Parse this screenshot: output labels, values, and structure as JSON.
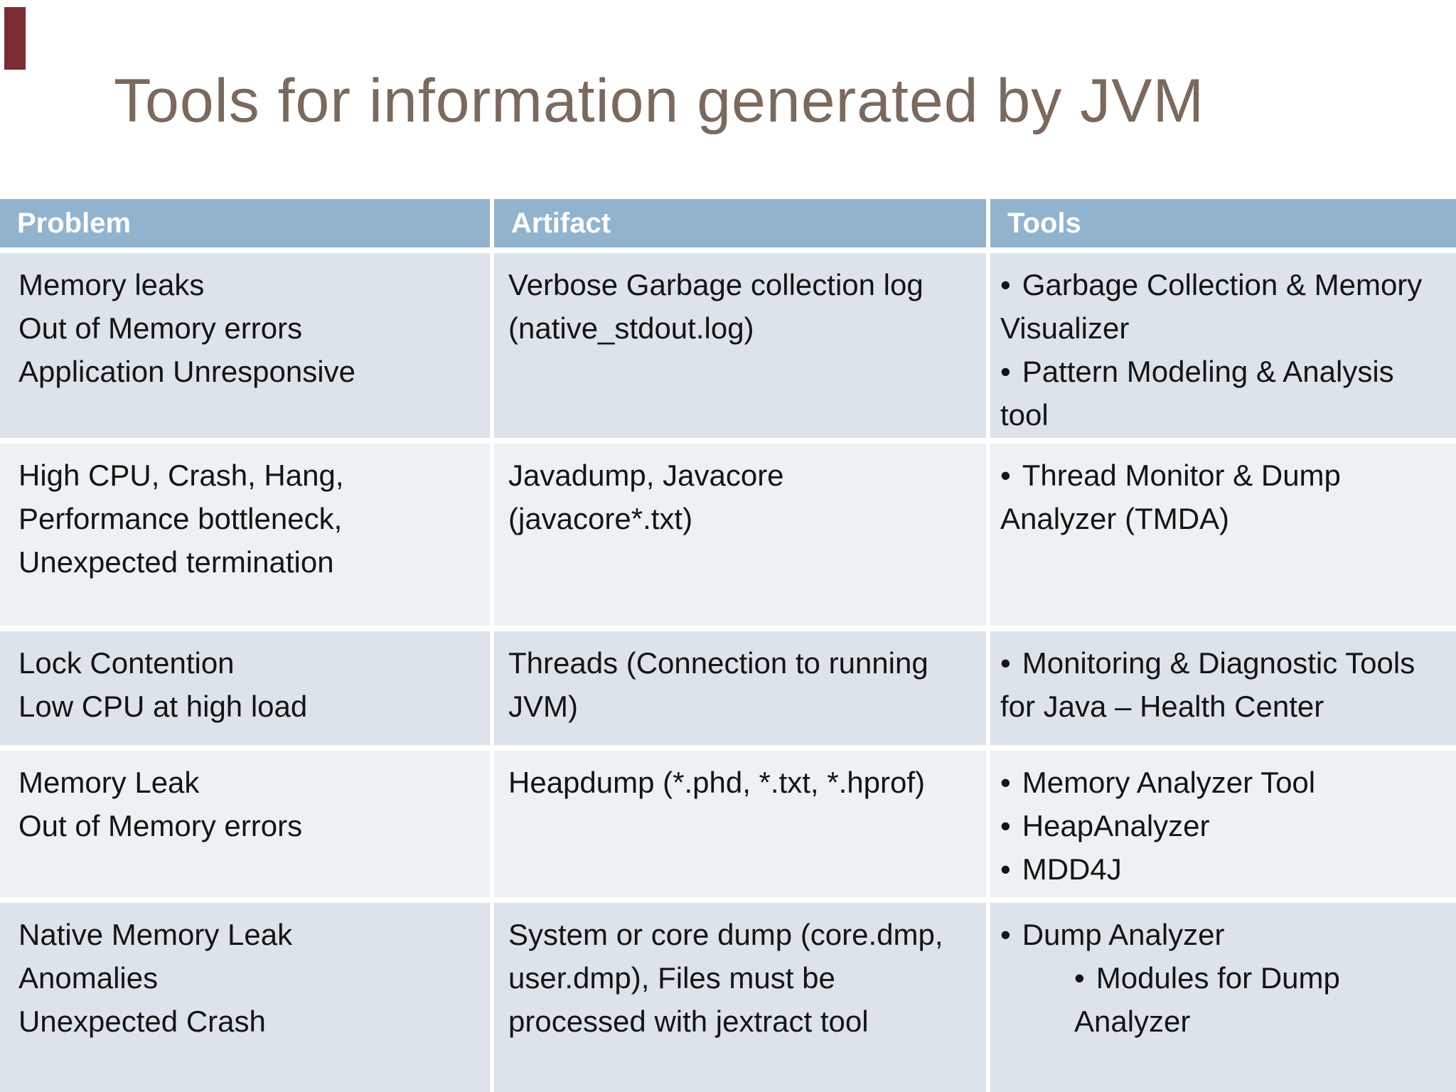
{
  "title": "Tools for information generated by JVM",
  "bullet_char": "•",
  "colors": {
    "header_bg": "#91b3ce",
    "row_odd_bg": "#dce3ea",
    "row_even_bg": "#eef1f3",
    "title_text": "#7b695e",
    "header_text": "#ffffff",
    "body_text": "#141414",
    "accent_bar": "#7a2c33"
  },
  "table": {
    "headers": [
      "Problem",
      "Artifact",
      "Tools"
    ],
    "rows": [
      {
        "problem_lines": [
          "Memory leaks",
          "Out of Memory errors",
          "Application Unresponsive"
        ],
        "artifact": "Verbose Garbage collection log (native_stdout.log)",
        "tools": [
          {
            "text": "Garbage Collection & Memory Visualizer",
            "level": 1
          },
          {
            "text": "Pattern Modeling & Analysis tool",
            "level": 1
          }
        ]
      },
      {
        "problem_lines": [
          "High CPU, Crash, Hang,",
          "Performance bottleneck,",
          "Unexpected termination"
        ],
        "artifact": "Javadump, Javacore (javacore*.txt)",
        "tools": [
          {
            "text": "Thread Monitor & Dump Analyzer (TMDA)",
            "level": 1
          }
        ]
      },
      {
        "problem_lines": [
          "Lock Contention",
          "Low CPU at high load"
        ],
        "artifact": "Threads (Connection to running JVM)",
        "tools": [
          {
            "text": "Monitoring & Diagnostic Tools for Java – Health Center",
            "level": 1
          }
        ]
      },
      {
        "problem_lines": [
          "Memory Leak",
          "Out of Memory errors"
        ],
        "artifact": "Heapdump (*.phd, *.txt, *.hprof)",
        "tools": [
          {
            "text": "Memory Analyzer Tool",
            "level": 1
          },
          {
            "text": "HeapAnalyzer",
            "level": 1
          },
          {
            "text": "MDD4J",
            "level": 1
          }
        ]
      },
      {
        "problem_lines": [
          "Native Memory Leak",
          "Anomalies",
          "Unexpected Crash"
        ],
        "artifact": "System or core dump (core.dmp, user.dmp), Files must be processed with jextract tool",
        "tools": [
          {
            "text": "Dump Analyzer",
            "level": 1
          },
          {
            "text": "Modules for Dump Analyzer",
            "level": 2
          }
        ]
      }
    ]
  }
}
